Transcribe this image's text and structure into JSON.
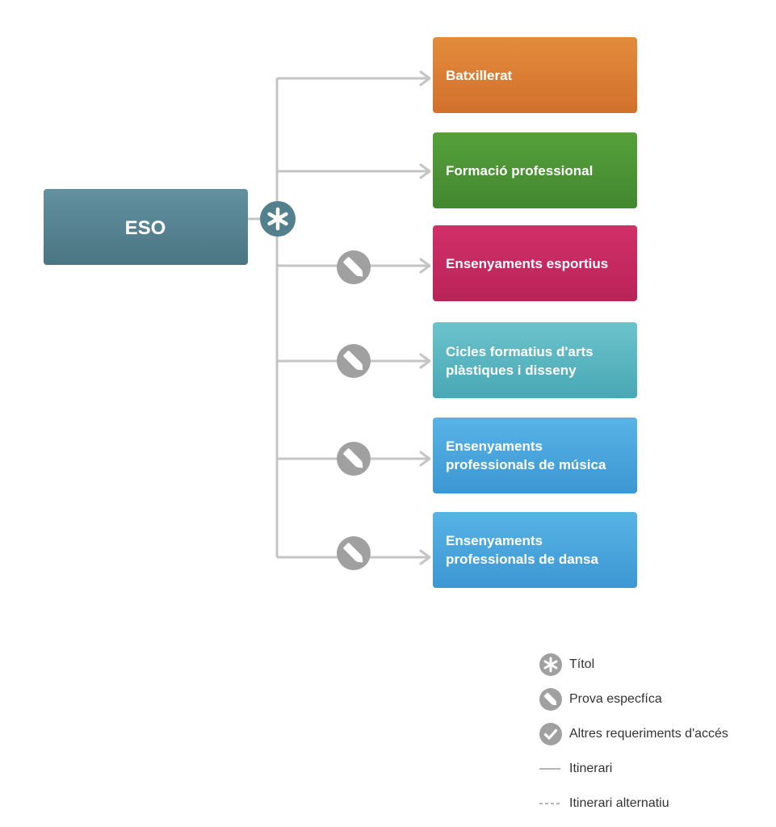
{
  "source": {
    "label": "ESO",
    "color": "#52808f"
  },
  "targets": [
    {
      "lines": [
        "Batxillerat"
      ],
      "color": "#dc7a33",
      "requirement": "none"
    },
    {
      "lines": [
        "Formació professional"
      ],
      "color": "#4c9334",
      "requirement": "none"
    },
    {
      "lines": [
        "Ensenyaments esportius"
      ],
      "color": "#c8285f",
      "requirement": "prova-especifica"
    },
    {
      "lines": [
        "Cicles formatius d'arts",
        "plàstiques i disseny"
      ],
      "color": "#56b5c0",
      "requirement": "prova-especifica"
    },
    {
      "lines": [
        "Ensenyaments",
        "professionals de música"
      ],
      "color": "#44a3dc",
      "requirement": "prova-especifica"
    },
    {
      "lines": [
        "Ensenyaments",
        "professionals de dansa"
      ],
      "color": "#44a3dc",
      "requirement": "prova-especifica"
    }
  ],
  "colors": {
    "connector": "#c4c4c4",
    "title_badge": "#52808f",
    "badge_gray": "#a0a0a0"
  },
  "legend": {
    "titol": "Títol",
    "prova": "Prova especfíca",
    "altres": "Altres requeriments d'accés",
    "itinerari": "Itinerari",
    "alternatiu": "Itinerari alternatiu"
  }
}
